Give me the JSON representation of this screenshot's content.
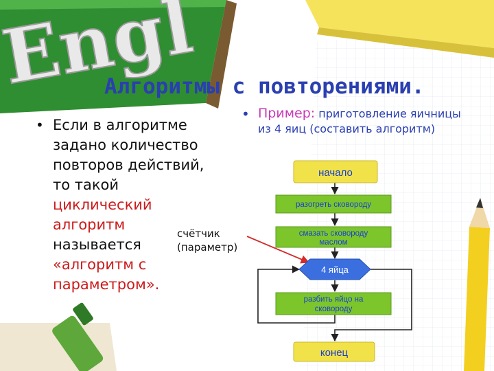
{
  "slide": {
    "title": "Алгоритмы с повторениями.",
    "background_word": "Engl"
  },
  "left_bullet": {
    "part1": "Если в алгоритме задано количество повторов действий, то такой ",
    "part2": "циклический алгоритм",
    "part3": " называется ",
    "part4": "«алгоритм с параметром»."
  },
  "right_bullet": {
    "label": "Пример:",
    "text": " приготовление яичницы из 4 яиц (составить алгоритм)"
  },
  "annotation": {
    "line1": "счётчик",
    "line2": "(параметр)"
  },
  "flowchart": {
    "start": "начало",
    "step1": "разогреть сковороду",
    "step2a": "смазать сковороду",
    "step2b": "маслом",
    "loop": "4 яйца",
    "step3a": "разбить яйцо на",
    "step3b": "сковороду",
    "end": "конец"
  },
  "colors": {
    "title": "#2a3fb0",
    "highlight": "#cc1a1a",
    "example_label": "#c93ab8",
    "block_green": "#7cc62c",
    "terminal_yellow": "#f2e24a",
    "loop_blue": "#3b6fe0",
    "flow_text": "#1a3fd0",
    "arrow_red": "#d42a2a",
    "paper_yellow": "#f6e35c",
    "board_green": "#3a9a3a"
  }
}
